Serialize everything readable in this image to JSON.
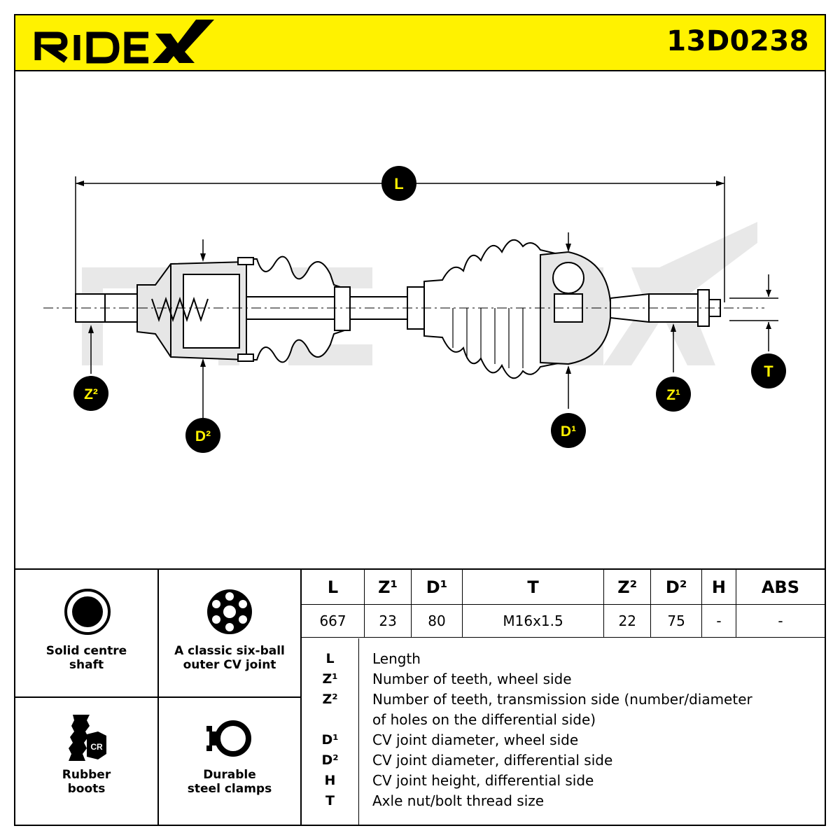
{
  "header": {
    "brand": "RIDEX",
    "part_number": "13D0238",
    "background_color": "#fff200"
  },
  "diagram": {
    "watermark": "RIDEX",
    "callouts": {
      "L": "L",
      "Z2": "Z²",
      "D2": "D²",
      "D1": "D¹",
      "Z1": "Z¹",
      "T": "T"
    },
    "callout_bg": "#000000",
    "callout_fg": "#fff200"
  },
  "features": [
    {
      "icon": "solid-shaft-icon",
      "caption": "Solid centre\nshaft"
    },
    {
      "icon": "six-ball-joint-icon",
      "caption": "A classic six-ball\nouter CV joint"
    },
    {
      "icon": "rubber-boot-cr-icon",
      "caption": "Rubber\nboots"
    },
    {
      "icon": "steel-clamp-icon",
      "caption": "Durable\nsteel clamps"
    }
  ],
  "spec_table": {
    "headers": [
      "L",
      "Z¹",
      "D¹",
      "T",
      "Z²",
      "D²",
      "H",
      "ABS"
    ],
    "values": [
      "667",
      "23",
      "80",
      "M16x1.5",
      "22",
      "75",
      "-",
      "-"
    ]
  },
  "legend": [
    {
      "symbol": "L",
      "text": "Length"
    },
    {
      "symbol": "Z¹",
      "text": "Number of teeth, wheel side"
    },
    {
      "symbol": "Z²",
      "text": "Number of teeth, transmission side (number/diameter"
    },
    {
      "symbol": "",
      "text": "of holes on the differential side)"
    },
    {
      "symbol": "D¹",
      "text": "CV joint diameter, wheel side"
    },
    {
      "symbol": "D²",
      "text": "CV joint diameter, differential side"
    },
    {
      "symbol": "H",
      "text": "CV joint height, differential side"
    },
    {
      "symbol": "T",
      "text": "Axle nut/bolt thread size"
    }
  ]
}
